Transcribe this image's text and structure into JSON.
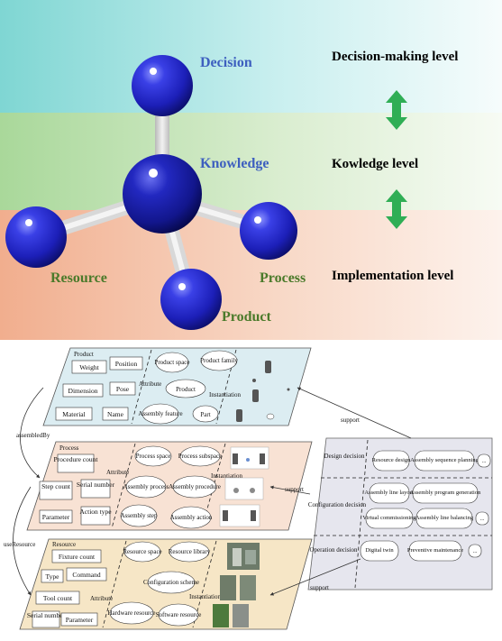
{
  "top": {
    "nodes": {
      "decision": "Decision",
      "knowledge": "Knowledge",
      "resource": "Resource",
      "process": "Process",
      "product": "Product"
    },
    "levels": {
      "decision_making": "Decision-making level",
      "knowledge": "Kowledge level",
      "implementation": "Implementation  level"
    },
    "colors": {
      "band_top": "#bfe9e9",
      "band_mid": "#cfe7bf",
      "band_bot": "#f6d0bc",
      "arrow": "#2fae55",
      "node_text_blue": "#3d5fbf",
      "node_text_green": "#4a7a2a",
      "sphere": "#2a2fd0"
    }
  },
  "bottom": {
    "product": {
      "title": "Product",
      "boxes": [
        "Weight",
        "Position",
        "Dimension",
        "Pose",
        "Material",
        "Name"
      ],
      "ellipses": [
        "Product space",
        "Product family",
        "Product",
        "Assembly feature",
        "Part"
      ],
      "attribute": "Attribute",
      "instantiation": "Instantiation"
    },
    "process": {
      "title": "Process",
      "boxes": [
        "Procedure count",
        "Step count",
        "Serial number",
        "Parameter",
        "Action type"
      ],
      "ellipses": [
        "Process space",
        "Process subspace",
        "Assembly process",
        "Assembly procedure",
        "Assembly step",
        "Assembly action"
      ],
      "attribute": "Attribute",
      "instantiation": "Instantiation"
    },
    "resource": {
      "title": "Resource",
      "boxes": [
        "Fixture count",
        "Type",
        "Command",
        "Tool count",
        "Serial number",
        "Parameter"
      ],
      "ellipses": [
        "Resource space",
        "Resource library",
        "Configuration scheme",
        "Hardware resource",
        "Software resource"
      ],
      "attribute": "Attribute",
      "instantiation": "Instantiation"
    },
    "decisions": {
      "design": {
        "label": "Design decision",
        "items": [
          "Resource design",
          "Assembly sequence planning",
          "..."
        ]
      },
      "configuration": {
        "label": "Configuration decision",
        "items": [
          "Assembly line layout",
          "Assembly program generation",
          "Virtual commissioning",
          "Assembly line balancing",
          "..."
        ]
      },
      "operation": {
        "label": "Operation decision",
        "items": [
          "Digital twin",
          "Preventive maintenance",
          "..."
        ]
      }
    },
    "links": {
      "assembledBy": "assembledBy",
      "useResource": "useResource",
      "support1": "support",
      "support2": "support",
      "support3": "support"
    },
    "colors": {
      "product_fill": "#dcedf2",
      "process_fill": "#f8e2d4",
      "resource_fill": "#f6e6c6",
      "decision_fill": "#e6e6ee"
    }
  }
}
